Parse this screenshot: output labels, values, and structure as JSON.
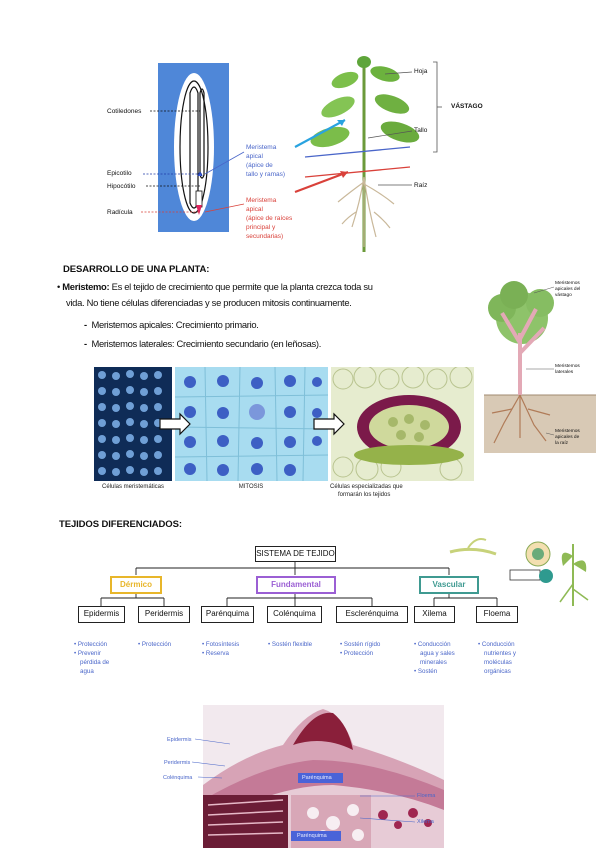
{
  "diagram1": {
    "cotiledones": "Cotiledones",
    "epicotilo": "Epicotilo",
    "hipocotilo": "Hipocótilo",
    "radicula": "Radícula",
    "meristema_apical_lines": [
      "Meristema",
      "apical",
      "(ápice de",
      "tallo y ramas)"
    ],
    "meristema_raiz_lines": [
      "Meristema",
      "apical",
      "(ápice de raíces",
      "principal y",
      "secundarias)"
    ],
    "hoja": "Hoja",
    "vastago": "VÁSTAGO",
    "tallo": "Tallo",
    "raiz": "Raíz"
  },
  "section1": {
    "heading": "DESARROLLO DE UNA PLANTA:",
    "bullet_term": "Meristemo:",
    "bullet_text_1": " Es el tejido de crecimiento que permite que la planta crezca toda su",
    "bullet_text_2": "vida. No tiene células diferenciadas y se producen mitosis continuamente.",
    "sub1": "Meristemos apicales: Crecimiento primario.",
    "sub2": "Meristemos laterales: Crecimiento secundario (en leñosas)."
  },
  "tree": {
    "top_lines": [
      "Meristemos",
      "apicales del",
      "vástago"
    ],
    "mid_lines": [
      "Meristemos",
      "laterales"
    ],
    "bottom_lines": [
      "Meristemos",
      "apicales de",
      "la raíz"
    ]
  },
  "mitosis": {
    "cap1": "Células meristemáticas",
    "cap2": "MITOSIS",
    "cap3_lines": [
      "Células especializadas que",
      "formarán los tejidos"
    ]
  },
  "section2": {
    "heading": "TEJIDOS DIFERENCIADOS:"
  },
  "tissue": {
    "root": "SISTEMA DE TEJIDO",
    "dermico": "Dérmico",
    "fundamental": "Fundamental",
    "vascular": "Vascular",
    "leaves": [
      "Epidermis",
      "Peridermis",
      "Parénquima",
      "Colénquima",
      "Esclerénquima",
      "Xilema",
      "Floema"
    ],
    "functions": [
      [
        "• Protección",
        "• Prevenir",
        "  pérdida de",
        "  agua"
      ],
      [
        "• Protección"
      ],
      [
        "• Fotosíntesis",
        "• Reserva"
      ],
      [
        "• Sostén flexible"
      ],
      [
        "• Sostén rígido",
        "• Protección"
      ],
      [
        "• Conducción",
        "  agua y sales",
        "  minerales",
        "• Sostén"
      ],
      [
        "• Conducción",
        "  nutrientes y",
        "  moléculas",
        "  orgánicas"
      ]
    ],
    "colors": {
      "dermico": "#e8b62a",
      "fundamental": "#9b5fd4",
      "vascular": "#3f9a91",
      "bullets": "#4a66c9"
    }
  },
  "micro": {
    "epidermis": "Epidermis",
    "peridermis": "Peridermis",
    "colenquima": "Colénquima",
    "parenquima1": "Parénquima",
    "floema": "Floema",
    "xilema": "Xilema",
    "parenquima2": "Parénquima"
  }
}
